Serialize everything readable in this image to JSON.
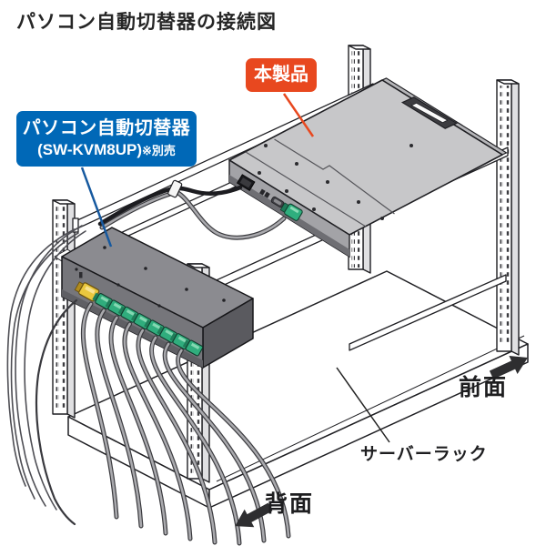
{
  "title": "パソコン自動切替器の接続図",
  "callouts": {
    "product": {
      "label": "本製品",
      "bg_color": "#e8481f",
      "text_color": "#ffffff"
    },
    "kvm_switch": {
      "line1": "パソコン自動切替器",
      "line2": "(SW-KVM8UP)",
      "note": "※別売",
      "bg_color": "#0068b7",
      "text_color": "#ffffff"
    }
  },
  "annotations": {
    "front_label": "前面",
    "back_label": "背面",
    "rack_label": "サーバーラック"
  },
  "diagram": {
    "rack": {
      "posts": 4,
      "hole_columns_per_post": 2,
      "base_color": "#ffffff",
      "line_color": "#1f1f23"
    },
    "console": {
      "surface_color": "#c7c7c9",
      "rear_ports": [
        "power-inlet",
        "usb-ports",
        "vga-port",
        "sphd-connector"
      ],
      "handle_color": "#3c3c40"
    },
    "kvm": {
      "green_connectors": 8,
      "yellow_connectors": 1,
      "green_color": "#30ad7d",
      "yellow_color": "#eac73e",
      "body_color": "#76767b",
      "top_color": "#8b8b90",
      "hanging_cables": 8
    },
    "cable_color": "#a9a9ad",
    "thin_cable_color": "#4e4e54",
    "arrow_color": "#2e2e30"
  }
}
